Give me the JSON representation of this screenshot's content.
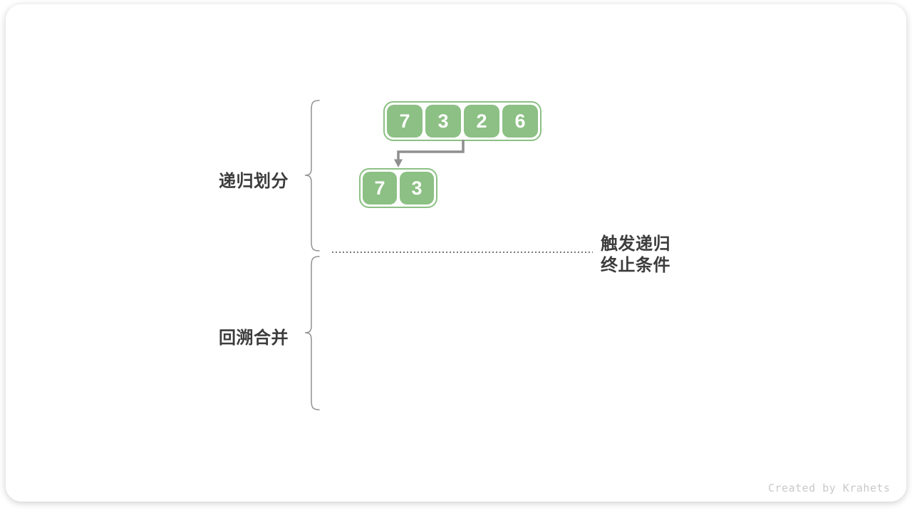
{
  "diagram": {
    "title_context": "merge-sort recursion diagram",
    "stage_labels": {
      "divide": "递归划分",
      "merge": "回溯合并"
    },
    "annotation": {
      "line1": "触发递归",
      "line2": "终止条件"
    },
    "arrays": {
      "level1": {
        "values": [
          "7",
          "3",
          "2",
          "6"
        ]
      },
      "level2": {
        "values": [
          "7",
          "3"
        ]
      }
    }
  },
  "colors": {
    "cell_green": "#8cc084",
    "arrow_gray": "#8f8f8f",
    "brace_gray": "#909090",
    "label_text": "#3c3c3c",
    "dotted_line": "#777777",
    "watermark_text": "#c9c9c9",
    "card_background": "#ffffff"
  },
  "footer": {
    "watermark": "Created by Krahets"
  }
}
